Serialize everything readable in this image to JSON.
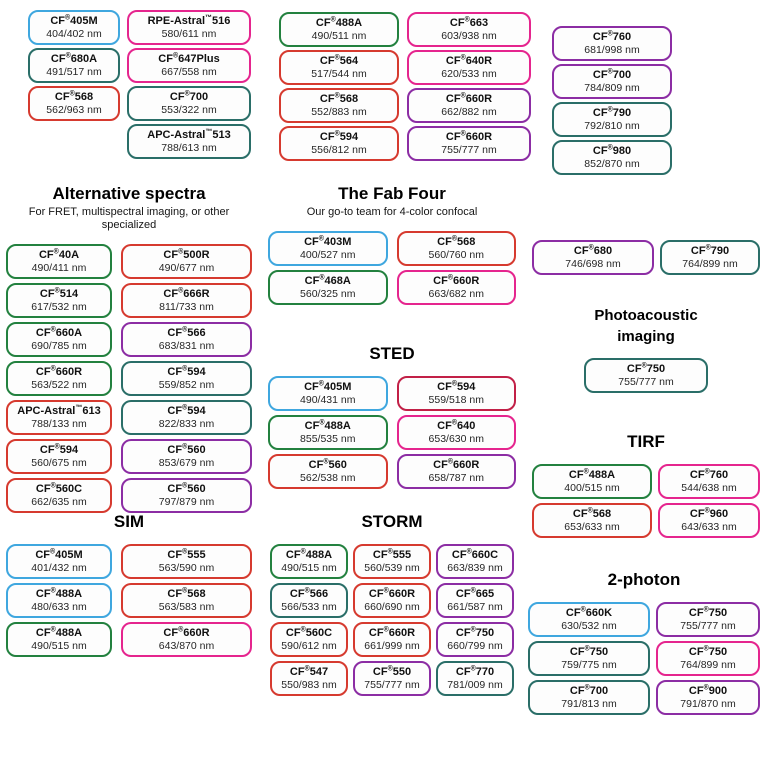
{
  "accent_colors": {
    "blue": "#3FA7DF",
    "green": "#23813F",
    "teal": "#2A6E68",
    "red": "#D63A2F",
    "pink": "#E5258E",
    "purple": "#8C2DA4",
    "crimson": "#C22047"
  },
  "sections": {
    "topcol1": {
      "pills": [
        {
          "name": "CF®405M",
          "value": "404/402 nm",
          "color": "blue"
        },
        {
          "name": "CF®680A",
          "value": "491/517 nm",
          "color": "teal"
        },
        {
          "name": "CF®568",
          "value": "562/963 nm",
          "color": "red"
        }
      ]
    },
    "topcol2": {
      "pills": [
        {
          "name": "RPE-Astral™516",
          "value": "580/611 nm",
          "color": "pink"
        },
        {
          "name": "CF®647Plus",
          "value": "667/558 nm",
          "color": "pink"
        },
        {
          "name": "CF®700",
          "value": "553/322 nm",
          "color": "teal"
        },
        {
          "name": "APC-Astral™513",
          "value": "788/613 nm",
          "color": "teal"
        }
      ]
    },
    "topcol3": {
      "pills": [
        {
          "name": "CF®488A",
          "value": "490/511 nm",
          "color": "green"
        },
        {
          "name": "CF®564",
          "value": "517/544 nm",
          "color": "red"
        },
        {
          "name": "CF®568",
          "value": "552/883 nm",
          "color": "red"
        },
        {
          "name": "CF®594",
          "value": "556/812 nm",
          "color": "red"
        }
      ]
    },
    "topcol4": {
      "pills": [
        {
          "name": "CF®663",
          "value": "603/938 nm",
          "color": "pink"
        },
        {
          "name": "CF®640R",
          "value": "620/533 nm",
          "color": "pink"
        },
        {
          "name": "CF®660R",
          "value": "662/882 nm",
          "color": "purple"
        },
        {
          "name": "CF®660R",
          "value": "755/777 nm",
          "color": "purple"
        }
      ]
    },
    "topcol5": {
      "pills": [
        {
          "name": "CF®760",
          "value": "681/998 nm",
          "color": "purple"
        },
        {
          "name": "CF®700",
          "value": "784/809 nm",
          "color": "purple"
        },
        {
          "name": "CF®790",
          "value": "792/810 nm",
          "color": "teal"
        },
        {
          "name": "CF®980",
          "value": "852/870 nm",
          "color": "teal"
        }
      ]
    },
    "alternative": {
      "title": "Alternative spectra",
      "subtitle": "For FRET, multispectral imaging, or other specialized",
      "pills": [
        {
          "name": "CF®40A",
          "value": "490/411 nm",
          "color": "green"
        },
        {
          "name": "CF®500R",
          "value": "490/677 nm",
          "color": "red"
        },
        {
          "name": "CF®514",
          "value": "617/532 nm",
          "color": "green"
        },
        {
          "name": "CF®666R",
          "value": "811/733 nm",
          "color": "red"
        },
        {
          "name": "CF®660A",
          "value": "690/785 nm",
          "color": "green"
        },
        {
          "name": "CF®566",
          "value": "683/831 nm",
          "color": "purple"
        },
        {
          "name": "CF®660R",
          "value": "563/522 nm",
          "color": "green"
        },
        {
          "name": "CF®594",
          "value": "559/852 nm",
          "color": "teal"
        },
        {
          "name": "APC-Astral™613",
          "value": "788/133 nm",
          "color": "red"
        },
        {
          "name": "CF®594",
          "value": "822/833 nm",
          "color": "teal"
        },
        {
          "name": "CF®594",
          "value": "560/675 nm",
          "color": "red"
        },
        {
          "name": "CF®560",
          "value": "853/679 nm",
          "color": "purple"
        },
        {
          "name": "CF®560C",
          "value": "662/635 nm",
          "color": "red"
        },
        {
          "name": "CF®560",
          "value": "797/879 nm",
          "color": "purple"
        }
      ]
    },
    "fabfour": {
      "title": "The Fab Four",
      "subtitle": "Our go-to team for 4-color confocal",
      "pills": [
        {
          "name": "CF®403M",
          "value": "400/527 nm",
          "color": "blue"
        },
        {
          "name": "CF®568",
          "value": "560/760 nm",
          "color": "red"
        },
        {
          "name": "CF®468A",
          "value": "560/325 nm",
          "color": "green"
        },
        {
          "name": "CF®660R",
          "value": "663/682 nm",
          "color": "pink"
        }
      ]
    },
    "sted": {
      "title": "STED",
      "pills": [
        {
          "name": "CF®405M",
          "value": "490/431 nm",
          "color": "blue"
        },
        {
          "name": "CF®594",
          "value": "559/518 nm",
          "color": "crimson"
        },
        {
          "name": "CF®488A",
          "value": "855/535 nm",
          "color": "green"
        },
        {
          "name": "CF®640",
          "value": "653/630 nm",
          "color": "pink"
        },
        {
          "name": "CF®560",
          "value": "562/538 nm",
          "color": "red"
        },
        {
          "name": "CF®660R",
          "value": "658/787 nm",
          "color": "purple"
        }
      ]
    },
    "sim": {
      "title": "SIM",
      "pills": [
        {
          "name": "CF®405M",
          "value": "401/432 nm",
          "color": "blue"
        },
        {
          "name": "CF®555",
          "value": "563/590 nm",
          "color": "red"
        },
        {
          "name": "CF®488A",
          "value": "480/633 nm",
          "color": "blue"
        },
        {
          "name": "CF®568",
          "value": "563/583 nm",
          "color": "red"
        },
        {
          "name": "CF®488A",
          "value": "490/515 nm",
          "color": "green"
        },
        {
          "name": "CF®660R",
          "value": "643/870 nm",
          "color": "pink"
        }
      ]
    },
    "storm": {
      "title": "STORM",
      "pills": [
        {
          "name": "CF®488A",
          "value": "490/515 nm",
          "color": "green"
        },
        {
          "name": "CF®555",
          "value": "560/539 nm",
          "color": "red"
        },
        {
          "name": "CF®660C",
          "value": "663/839 nm",
          "color": "purple"
        },
        {
          "name": "CF®566",
          "value": "566/533 nm",
          "color": "teal"
        },
        {
          "name": "CF®660R",
          "value": "660/690 nm",
          "color": "red"
        },
        {
          "name": "CF®665",
          "value": "661/587 nm",
          "color": "purple"
        },
        {
          "name": "CF®560C",
          "value": "590/612 nm",
          "color": "red"
        },
        {
          "name": "CF®660R",
          "value": "661/999 nm",
          "color": "red"
        },
        {
          "name": "CF®750",
          "value": "660/799 nm",
          "color": "purple"
        },
        {
          "name": "CF®547",
          "value": "550/983 nm",
          "color": "red"
        },
        {
          "name": "CF®550",
          "value": "755/777 nm",
          "color": "purple"
        },
        {
          "name": "CF®770",
          "value": "781/009 nm",
          "color": "teal"
        }
      ]
    },
    "pair": {
      "pills": [
        {
          "name": "CF®680",
          "value": "746/698 nm",
          "color": "purple"
        },
        {
          "name": "CF®790",
          "value": "764/899 nm",
          "color": "teal"
        }
      ]
    },
    "photoacoustic": {
      "title_line1": "Photoacoustic",
      "title_line2": "imaging",
      "pills": [
        {
          "name": "CF®750",
          "value": "755/777 nm",
          "color": "teal"
        }
      ]
    },
    "tirf": {
      "title": "TIRF",
      "pills": [
        {
          "name": "CF®488A",
          "value": "400/515 nm",
          "color": "green"
        },
        {
          "name": "CF®760",
          "value": "544/638 nm",
          "color": "pink"
        },
        {
          "name": "CF®568",
          "value": "653/633 nm",
          "color": "red"
        },
        {
          "name": "CF®960",
          "value": "643/633 nm",
          "color": "pink"
        }
      ]
    },
    "twophoton": {
      "title": "2-photon",
      "pills": [
        {
          "name": "CF®660K",
          "value": "630/532 nm",
          "color": "blue"
        },
        {
          "name": "CF®750",
          "value": "755/777 nm",
          "color": "purple"
        },
        {
          "name": "CF®750",
          "value": "759/775 nm",
          "color": "teal"
        },
        {
          "name": "CF®750",
          "value": "764/899 nm",
          "color": "pink"
        },
        {
          "name": "CF®700",
          "value": "791/813 nm",
          "color": "teal"
        },
        {
          "name": "CF®900",
          "value": "791/870 nm",
          "color": "purple"
        }
      ]
    }
  },
  "chart_data": {
    "type": "table",
    "title": "CF dye selection guide by imaging application",
    "columns": [
      "group",
      "dye",
      "ex_em_nm"
    ],
    "groups": [
      {
        "group": "top-untitled-col-1",
        "dyes": [
          [
            "CF®405M",
            "404/402"
          ],
          [
            "CF®680A",
            "491/517"
          ],
          [
            "CF®568",
            "562/963"
          ]
        ]
      },
      {
        "group": "top-untitled-col-2",
        "dyes": [
          [
            "RPE-Astral™516",
            "580/611"
          ],
          [
            "CF®647Plus",
            "667/558"
          ],
          [
            "CF®700",
            "553/322"
          ],
          [
            "APC-Astral™513",
            "788/613"
          ]
        ]
      },
      {
        "group": "top-untitled-col-3",
        "dyes": [
          [
            "CF®488A",
            "490/511"
          ],
          [
            "CF®564",
            "517/544"
          ],
          [
            "CF®568",
            "552/883"
          ],
          [
            "CF®594",
            "556/812"
          ]
        ]
      },
      {
        "group": "top-untitled-col-4",
        "dyes": [
          [
            "CF®663",
            "603/938"
          ],
          [
            "CF®640R",
            "620/533"
          ],
          [
            "CF®660R",
            "662/882"
          ],
          [
            "CF®660R",
            "755/777"
          ]
        ]
      },
      {
        "group": "top-untitled-col-5",
        "dyes": [
          [
            "CF®760",
            "681/998"
          ],
          [
            "CF®700",
            "784/809"
          ],
          [
            "CF®790",
            "792/810"
          ],
          [
            "CF®980",
            "852/870"
          ]
        ]
      },
      {
        "group": "Alternative spectra",
        "dyes": [
          [
            "CF®40A",
            "490/411"
          ],
          [
            "CF®500R",
            "490/677"
          ],
          [
            "CF®514",
            "617/532"
          ],
          [
            "CF®666R",
            "811/733"
          ],
          [
            "CF®660A",
            "690/785"
          ],
          [
            "CF®566",
            "683/831"
          ],
          [
            "CF®660R",
            "563/522"
          ],
          [
            "CF®594",
            "559/852"
          ],
          [
            "APC-Astral™613",
            "788/133"
          ],
          [
            "CF®594",
            "822/833"
          ],
          [
            "CF®594",
            "560/675"
          ],
          [
            "CF®560",
            "853/679"
          ],
          [
            "CF®560C",
            "662/635"
          ],
          [
            "CF®560",
            "797/879"
          ]
        ]
      },
      {
        "group": "The Fab Four",
        "dyes": [
          [
            "CF®403M",
            "400/527"
          ],
          [
            "CF®568",
            "560/760"
          ],
          [
            "CF®468A",
            "560/325"
          ],
          [
            "CF®660R",
            "663/682"
          ]
        ]
      },
      {
        "group": "STED",
        "dyes": [
          [
            "CF®405M",
            "490/431"
          ],
          [
            "CF®594",
            "559/518"
          ],
          [
            "CF®488A",
            "855/535"
          ],
          [
            "CF®640",
            "653/630"
          ],
          [
            "CF®560",
            "562/538"
          ],
          [
            "CF®660R",
            "658/787"
          ]
        ]
      },
      {
        "group": "SIM",
        "dyes": [
          [
            "CF®405M",
            "401/432"
          ],
          [
            "CF®555",
            "563/590"
          ],
          [
            "CF®488A",
            "480/633"
          ],
          [
            "CF®568",
            "563/583"
          ],
          [
            "CF®488A",
            "490/515"
          ],
          [
            "CF®660R",
            "643/870"
          ]
        ]
      },
      {
        "group": "STORM",
        "dyes": [
          [
            "CF®488A",
            "490/515"
          ],
          [
            "CF®555",
            "560/539"
          ],
          [
            "CF®660C",
            "663/839"
          ],
          [
            "CF®566",
            "566/533"
          ],
          [
            "CF®660R",
            "660/690"
          ],
          [
            "CF®665",
            "661/587"
          ],
          [
            "CF®560C",
            "590/612"
          ],
          [
            "CF®660R",
            "661/999"
          ],
          [
            "CF®750",
            "660/799"
          ],
          [
            "CF®547",
            "550/983"
          ],
          [
            "CF®550",
            "755/777"
          ],
          [
            "CF®770",
            "781/009"
          ]
        ]
      },
      {
        "group": "right-untitled-pair",
        "dyes": [
          [
            "CF®680",
            "746/698"
          ],
          [
            "CF®790",
            "764/899"
          ]
        ]
      },
      {
        "group": "Photoacoustic imaging",
        "dyes": [
          [
            "CF®750",
            "755/777"
          ]
        ]
      },
      {
        "group": "TIRF",
        "dyes": [
          [
            "CF®488A",
            "400/515"
          ],
          [
            "CF®760",
            "544/638"
          ],
          [
            "CF®568",
            "653/633"
          ],
          [
            "CF®960",
            "643/633"
          ]
        ]
      },
      {
        "group": "2-photon",
        "dyes": [
          [
            "CF®660K",
            "630/532"
          ],
          [
            "CF®750",
            "755/777"
          ],
          [
            "CF®750",
            "759/775"
          ],
          [
            "CF®750",
            "764/899"
          ],
          [
            "CF®700",
            "791/813"
          ],
          [
            "CF®900",
            "791/870"
          ]
        ]
      }
    ]
  }
}
